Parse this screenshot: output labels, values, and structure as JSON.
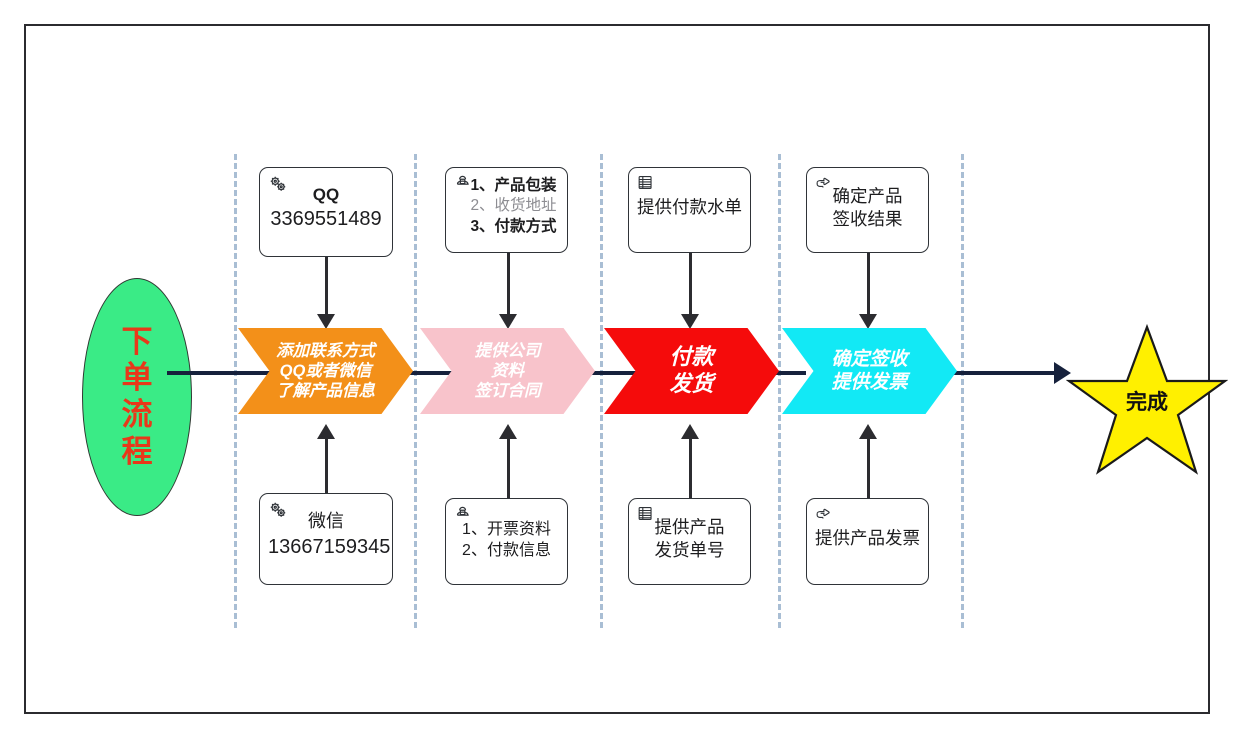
{
  "diagram": {
    "title": "下单流程",
    "start": {
      "label": "下单流程",
      "fill": "#3AEB86",
      "text_color": "#E8381A"
    },
    "end": {
      "label": "完成",
      "fill": "#FFF000",
      "text_color": "#111111",
      "shape": "star"
    },
    "connector_color": "#16213C",
    "lane_separator_color": "#A9BED4",
    "stages": [
      {
        "id": "stage-1",
        "fill": "#F39019",
        "lines": [
          "添加联系方式",
          "QQ或者微信",
          "了解产品信息"
        ],
        "top_note": {
          "icon": "gears-icon",
          "lines": [
            {
              "text": "QQ",
              "style": "bold"
            },
            {
              "text": "3369551489",
              "style": "normal"
            }
          ]
        },
        "bottom_note": {
          "icon": "gears-icon",
          "lines": [
            {
              "text": "微信",
              "style": "normal"
            },
            {
              "text": "13667159345",
              "style": "normal"
            }
          ]
        }
      },
      {
        "id": "stage-2",
        "fill": "#F8C3CB",
        "lines": [
          "提供公司",
          "资料",
          "签订合同"
        ],
        "top_note": {
          "icon": "person-icon",
          "lines": [
            {
              "text": "1、产品包装",
              "style": "bold"
            },
            {
              "text": "2、收货地址",
              "style": "dim"
            },
            {
              "text": "3、付款方式",
              "style": "bold"
            }
          ]
        },
        "bottom_note": {
          "icon": "person-icon",
          "lines": [
            {
              "text": "1、开票资料",
              "style": "bold"
            },
            {
              "text": "2、付款信息",
              "style": "bold"
            }
          ]
        }
      },
      {
        "id": "stage-3",
        "fill": "#F50B0B",
        "lines": [
          "付款",
          "发货"
        ],
        "top_note": {
          "icon": "document-list-icon",
          "lines": [
            {
              "text": "提供付款水单",
              "style": "normal"
            }
          ]
        },
        "bottom_note": {
          "icon": "document-list-icon",
          "lines": [
            {
              "text": "提供产品",
              "style": "normal"
            },
            {
              "text": "发货单号",
              "style": "normal"
            }
          ]
        }
      },
      {
        "id": "stage-4",
        "fill": "#12E9F5",
        "lines": [
          "确定签收",
          "提供发票"
        ],
        "top_note": {
          "icon": "pointing-hand-icon",
          "lines": [
            {
              "text": "确定产品",
              "style": "normal"
            },
            {
              "text": "签收结果",
              "style": "normal"
            }
          ]
        },
        "bottom_note": {
          "icon": "pointing-hand-icon",
          "lines": [
            {
              "text": "提供产品发票",
              "style": "normal"
            }
          ]
        }
      }
    ]
  }
}
